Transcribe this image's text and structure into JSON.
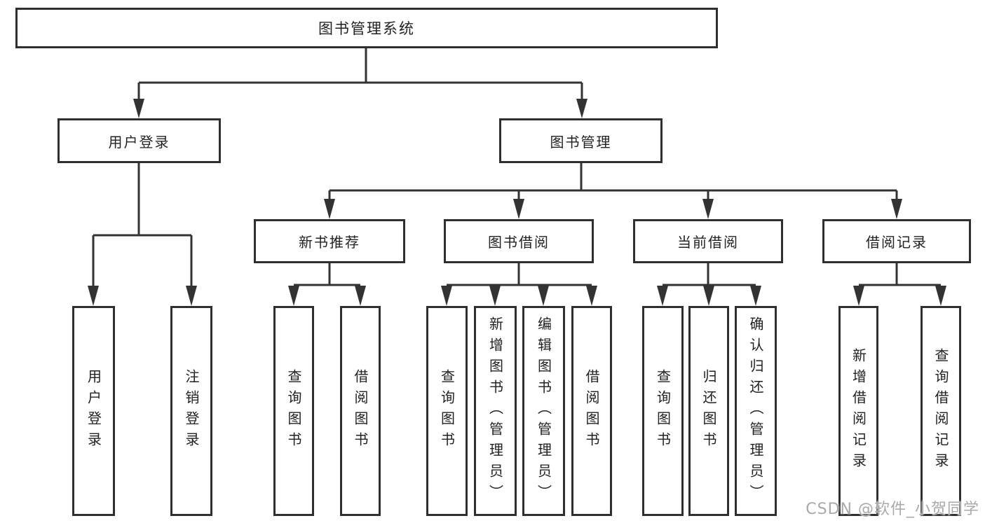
{
  "diagram": {
    "root": {
      "label": "图书管理系统"
    },
    "branches": [
      {
        "label": "用户登录",
        "children": [
          {
            "label": "用户登录"
          },
          {
            "label": "注销登录"
          }
        ]
      },
      {
        "label": "图书管理",
        "children": [
          {
            "label": "新书推荐",
            "children": [
              {
                "label": "查询图书"
              },
              {
                "label": "借阅图书"
              }
            ]
          },
          {
            "label": "图书借阅",
            "children": [
              {
                "label": "查询图书"
              },
              {
                "label": "新增图书（管理员）"
              },
              {
                "label": "编辑图书（管理员）"
              },
              {
                "label": "借阅图书"
              }
            ]
          },
          {
            "label": "当前借阅",
            "children": [
              {
                "label": "查询图书"
              },
              {
                "label": "归还图书"
              },
              {
                "label": "确认归还（管理员）"
              }
            ]
          },
          {
            "label": "借阅记录",
            "children": [
              {
                "label": "新增借阅记录"
              },
              {
                "label": "查询借阅记录"
              }
            ]
          }
        ]
      }
    ],
    "watermark": "CSDN @软件_小贺同学",
    "colors": {
      "line": "#333333",
      "box_border": "#2f2f2f",
      "box_fill": "#ffffff",
      "text": "#222222",
      "watermark": "#a9a9a9",
      "background": "#ffffff"
    }
  }
}
